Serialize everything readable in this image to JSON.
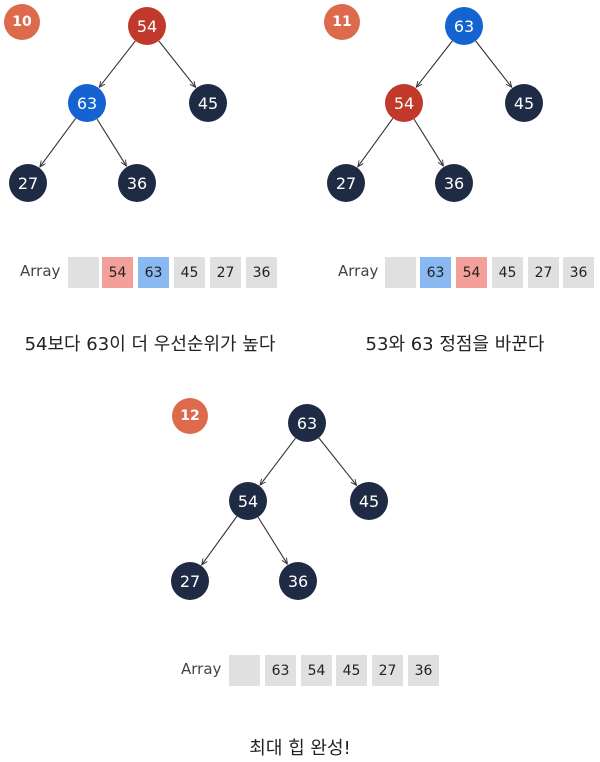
{
  "colors": {
    "badge": "#dd6a4d",
    "node_default": "#1f2a44",
    "node_red": "#c0392b",
    "node_blue": "#1463d0",
    "cell_default": "#e0e0e0",
    "cell_red": "#f4a09a",
    "cell_blue": "#8ab8f0",
    "edge": "#333333"
  },
  "panels": [
    {
      "step": "10",
      "nodes": [
        "54",
        "63",
        "45",
        "27",
        "36"
      ],
      "node_colors": [
        "red",
        "blue",
        "default",
        "default",
        "default"
      ],
      "array_label": "Array",
      "array": [
        "",
        "54",
        "63",
        "45",
        "27",
        "36"
      ],
      "array_colors": [
        "default",
        "red",
        "blue",
        "default",
        "default",
        "default"
      ],
      "caption": "54보다 63이 더 우선순위가 높다"
    },
    {
      "step": "11",
      "nodes": [
        "63",
        "54",
        "45",
        "27",
        "36"
      ],
      "node_colors": [
        "blue",
        "red",
        "default",
        "default",
        "default"
      ],
      "array_label": "Array",
      "array": [
        "",
        "63",
        "54",
        "45",
        "27",
        "36"
      ],
      "array_colors": [
        "default",
        "blue",
        "red",
        "default",
        "default",
        "default"
      ],
      "caption": "53와 63 정점을 바꾼다"
    },
    {
      "step": "12",
      "nodes": [
        "63",
        "54",
        "45",
        "27",
        "36"
      ],
      "node_colors": [
        "default",
        "default",
        "default",
        "default",
        "default"
      ],
      "array_label": "Array",
      "array": [
        "",
        "63",
        "54",
        "45",
        "27",
        "36"
      ],
      "array_colors": [
        "default",
        "default",
        "default",
        "default",
        "default",
        "default"
      ],
      "caption": "최대 힙 완성!"
    }
  ]
}
